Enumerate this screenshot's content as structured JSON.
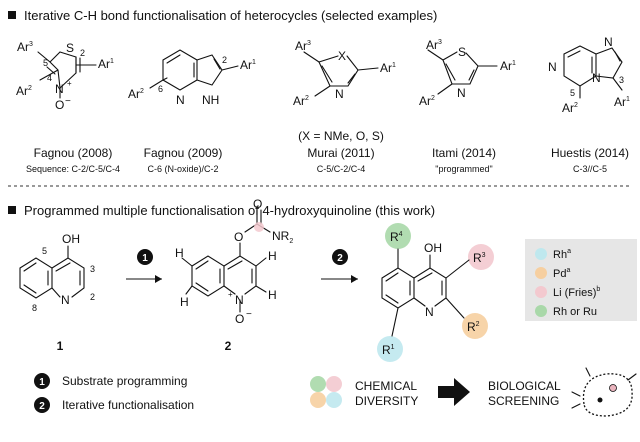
{
  "section1": {
    "header": "Iterative C-H bond functionalisation of heterocycles (selected examples)",
    "examples": [
      {
        "name": "Fagnou (2008)",
        "note": "Sequence: C-2/C-5/C-4"
      },
      {
        "name": "Fagnou (2009)",
        "note": "C-6 (N-oxide)/C-2"
      },
      {
        "name": "Murai (2011)",
        "note": "C-5/C-2/C-4",
        "variant": "(X = NMe, O, S)"
      },
      {
        "name": "Itami (2014)",
        "note": "\"programmed\""
      },
      {
        "name": "Huestis (2014)",
        "note": "C-3//C-5"
      }
    ]
  },
  "section2": {
    "header": "Programmed multiple functionalisation of 4-hydroxyquinoline (this work)",
    "compounds": [
      "1",
      "2"
    ],
    "steps": [
      {
        "num": "1",
        "label": "Substrate programming"
      },
      {
        "num": "2",
        "label": "Iterative functionalisation"
      }
    ],
    "legend": [
      {
        "label": "Rh",
        "sup": "a",
        "color": "#bfe8ee"
      },
      {
        "label": "Pd",
        "sup": "a",
        "color": "#f6cfa0"
      },
      {
        "label": "Li (Fries)",
        "sup": "b",
        "color": "#f3c9cf"
      },
      {
        "label": "Rh or Ru",
        "sup": "",
        "color": "#a9d8a9"
      }
    ],
    "diversity": [
      "CHEMICAL",
      "DIVERSITY"
    ],
    "screening": [
      "BIOLOGICAL",
      "SCREENING"
    ]
  },
  "atoms": {
    "S": "S",
    "N": "N",
    "O": "O",
    "OH": "OH",
    "NH": "NH",
    "X": "X",
    "H": "H",
    "Ar": "Ar",
    "R": "R",
    "NR": "NR",
    "n1": "1",
    "n2": "2",
    "n3": "3",
    "n4": "4",
    "n5": "5",
    "n6": "6",
    "n8": "8",
    "plus": "+",
    "minus": "−"
  }
}
